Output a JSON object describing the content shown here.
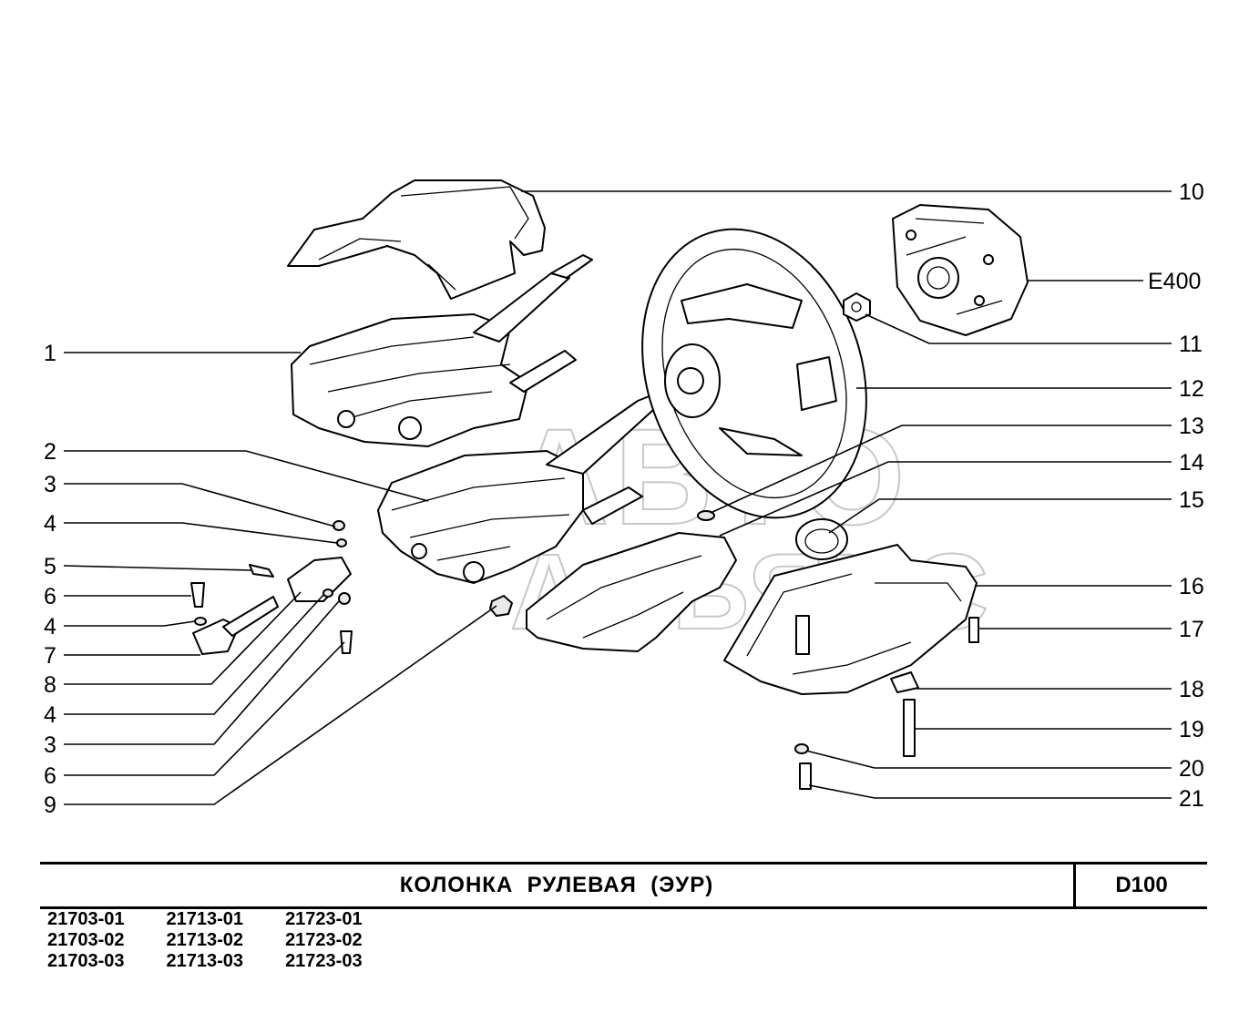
{
  "title": "КОЛОНКА  РУЛЕВАЯ  (ЭУР)",
  "code": "D100",
  "watermark": [
    "АВТО",
    "АЛЬЯНС"
  ],
  "models": [
    [
      "21703-01",
      "21703-02",
      "21703-03"
    ],
    [
      "21713-01",
      "21713-02",
      "21713-03"
    ],
    [
      "21723-01",
      "21723-02",
      "21723-03"
    ]
  ],
  "callouts_left": [
    "1",
    "2",
    "3",
    "4",
    "5",
    "6",
    "4",
    "7",
    "8",
    "4",
    "3",
    "6",
    "9"
  ],
  "callouts_right": [
    "10",
    "E400",
    "11",
    "12",
    "13",
    "14",
    "15",
    "16",
    "17",
    "18",
    "19",
    "20",
    "21"
  ]
}
